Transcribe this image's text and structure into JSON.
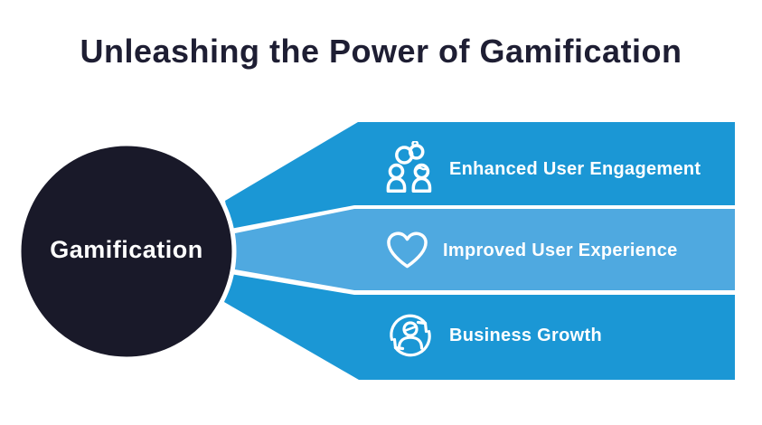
{
  "title": "Unleashing the Power of Gamification",
  "hub": {
    "label": "Gamification"
  },
  "items": [
    {
      "label": "Enhanced User Engagement",
      "icon": "engagement-users-rings-icon"
    },
    {
      "label": "Improved User Experience",
      "icon": "heart-icon"
    },
    {
      "label": "Business Growth",
      "icon": "person-cycle-arrows-icon"
    }
  ],
  "colors": {
    "hub_fill": "#191929",
    "band_dark": "#1b97d5",
    "band_light": "#4fa9e0",
    "title_text": "#1e1e33",
    "icon_and_label": "#ffffff"
  }
}
